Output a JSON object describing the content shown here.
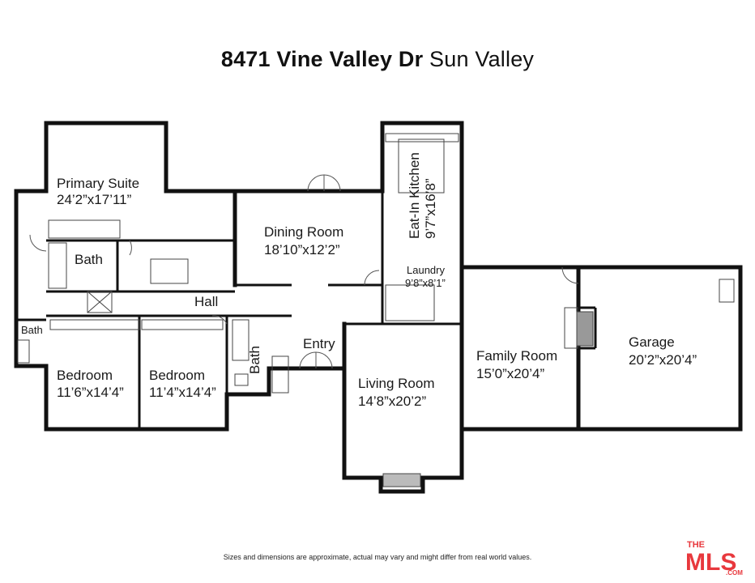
{
  "title": {
    "address": "8471 Vine Valley Dr",
    "city": "Sun Valley"
  },
  "rooms": {
    "primary_suite": {
      "name": "Primary Suite",
      "dims": "24’2”x17’11”"
    },
    "bath_primary": {
      "name": "Bath"
    },
    "bath_small": {
      "name": "Bath"
    },
    "bath_hall": {
      "name": "Bath"
    },
    "hall": {
      "name": "Hall"
    },
    "dining": {
      "name": "Dining Room",
      "dims": "18’10”x12’2”"
    },
    "kitchen": {
      "name": "Eat-In Kitchen",
      "dims": "9’7”x16’8”"
    },
    "laundry": {
      "name": "Laundry",
      "dims": "9’8”x8’1”"
    },
    "entry": {
      "name": "Entry"
    },
    "bedroom_1": {
      "name": "Bedroom",
      "dims": "11’6”x14’4”"
    },
    "bedroom_2": {
      "name": "Bedroom",
      "dims": "11’4”x14’4”"
    },
    "living": {
      "name": "Living Room",
      "dims": "14’8”x20’2”"
    },
    "family": {
      "name": "Family Room",
      "dims": "15’0”x20’4”"
    },
    "garage": {
      "name": "Garage",
      "dims": "20’2”x20’4”"
    }
  },
  "disclaimer": "Sizes and dimensions are approximate, actual may vary and might differ from real world values.",
  "logo": {
    "top": "THE",
    "main": "MLS",
    "sub": ".COM",
    "color": "#e8383d"
  },
  "colors": {
    "wall": "#111111",
    "fixture": "#333333"
  }
}
